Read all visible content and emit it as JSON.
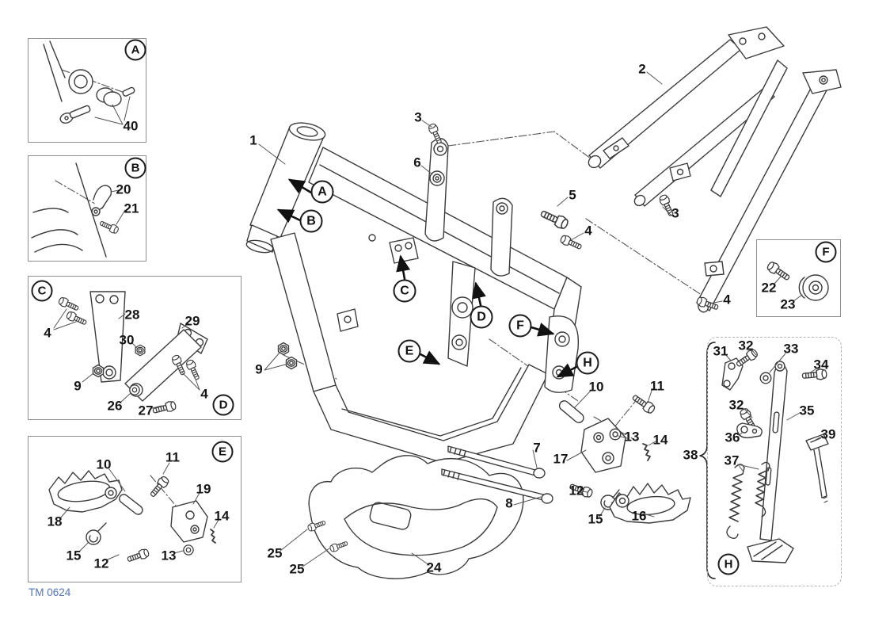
{
  "page": {
    "footer_code": "TM 0624",
    "colors": {
      "line": "#3b3b3b",
      "label": "#161616",
      "blue": "#5273c0",
      "box_border": "#8f8f8f"
    }
  },
  "main": {
    "markers": [
      "A",
      "B",
      "C",
      "D",
      "E",
      "F",
      "H"
    ],
    "callouts": [
      {
        "num": "1"
      },
      {
        "num": "2"
      },
      {
        "num": "3"
      },
      {
        "num": "6"
      },
      {
        "num": "5"
      },
      {
        "num": "3"
      },
      {
        "num": "4"
      },
      {
        "num": "4"
      },
      {
        "num": "9"
      },
      {
        "num": "10"
      },
      {
        "num": "11"
      },
      {
        "num": "7"
      },
      {
        "num": "17"
      },
      {
        "num": "13"
      },
      {
        "num": "14"
      },
      {
        "num": "12"
      },
      {
        "num": "8"
      },
      {
        "num": "15"
      },
      {
        "num": "16"
      },
      {
        "num": "24"
      },
      {
        "num": "25"
      },
      {
        "num": "25"
      },
      {
        "num": "38"
      }
    ]
  },
  "insets": {
    "a": {
      "marker": "A",
      "callouts": [
        {
          "num": "40"
        }
      ]
    },
    "b": {
      "marker": "B",
      "callouts": [
        {
          "num": "20"
        },
        {
          "num": "21"
        }
      ]
    },
    "cd": {
      "marker_c": "C",
      "marker_d": "D",
      "callouts": [
        {
          "num": "4"
        },
        {
          "num": "28"
        },
        {
          "num": "30"
        },
        {
          "num": "29"
        },
        {
          "num": "9"
        },
        {
          "num": "26"
        },
        {
          "num": "27"
        },
        {
          "num": "4"
        }
      ]
    },
    "e": {
      "marker": "E",
      "callouts": [
        {
          "num": "10"
        },
        {
          "num": "11"
        },
        {
          "num": "19"
        },
        {
          "num": "14"
        },
        {
          "num": "18"
        },
        {
          "num": "15"
        },
        {
          "num": "12"
        },
        {
          "num": "13"
        }
      ]
    },
    "f": {
      "marker": "F",
      "callouts": [
        {
          "num": "22"
        },
        {
          "num": "23"
        }
      ]
    },
    "h": {
      "marker": "H",
      "callouts": [
        {
          "num": "31"
        },
        {
          "num": "32"
        },
        {
          "num": "33"
        },
        {
          "num": "34"
        },
        {
          "num": "32"
        },
        {
          "num": "35"
        },
        {
          "num": "36"
        },
        {
          "num": "39"
        },
        {
          "num": "37"
        }
      ]
    }
  }
}
